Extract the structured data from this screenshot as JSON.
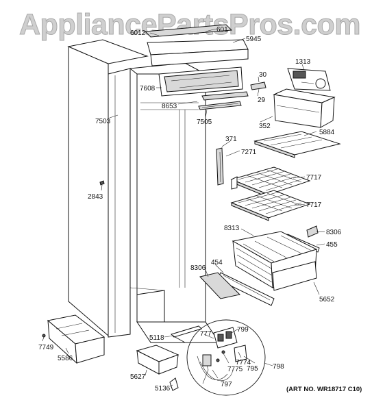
{
  "watermark": "AppliancePartsPros.com",
  "art_number": "(ART NO. WR18717 C10)",
  "labels": {
    "p6012": "6012",
    "p601": "601",
    "p5945": "5945",
    "p1313": "1313",
    "p7608": "7608",
    "p30": "30",
    "p29": "29",
    "p8653": "8653",
    "p7503": "7503",
    "p7505": "7505",
    "p352": "352",
    "p5884": "5884",
    "p371": "371",
    "p7271": "7271",
    "p7717a": "7717",
    "p7717b": "7717",
    "p2843": "2843",
    "p8313": "8313",
    "p8306a": "8306",
    "p455": "455",
    "p8306b": "8306",
    "p454": "454",
    "p5652": "5652",
    "p7749": "7749",
    "p5586": "5586",
    "p5118": "5118",
    "p777": "777",
    "p799": "799",
    "p7774": "7774",
    "p7775": "7775",
    "p795": "795",
    "p798": "798",
    "p797": "797",
    "p5627": "5627",
    "p5136": "5136"
  }
}
